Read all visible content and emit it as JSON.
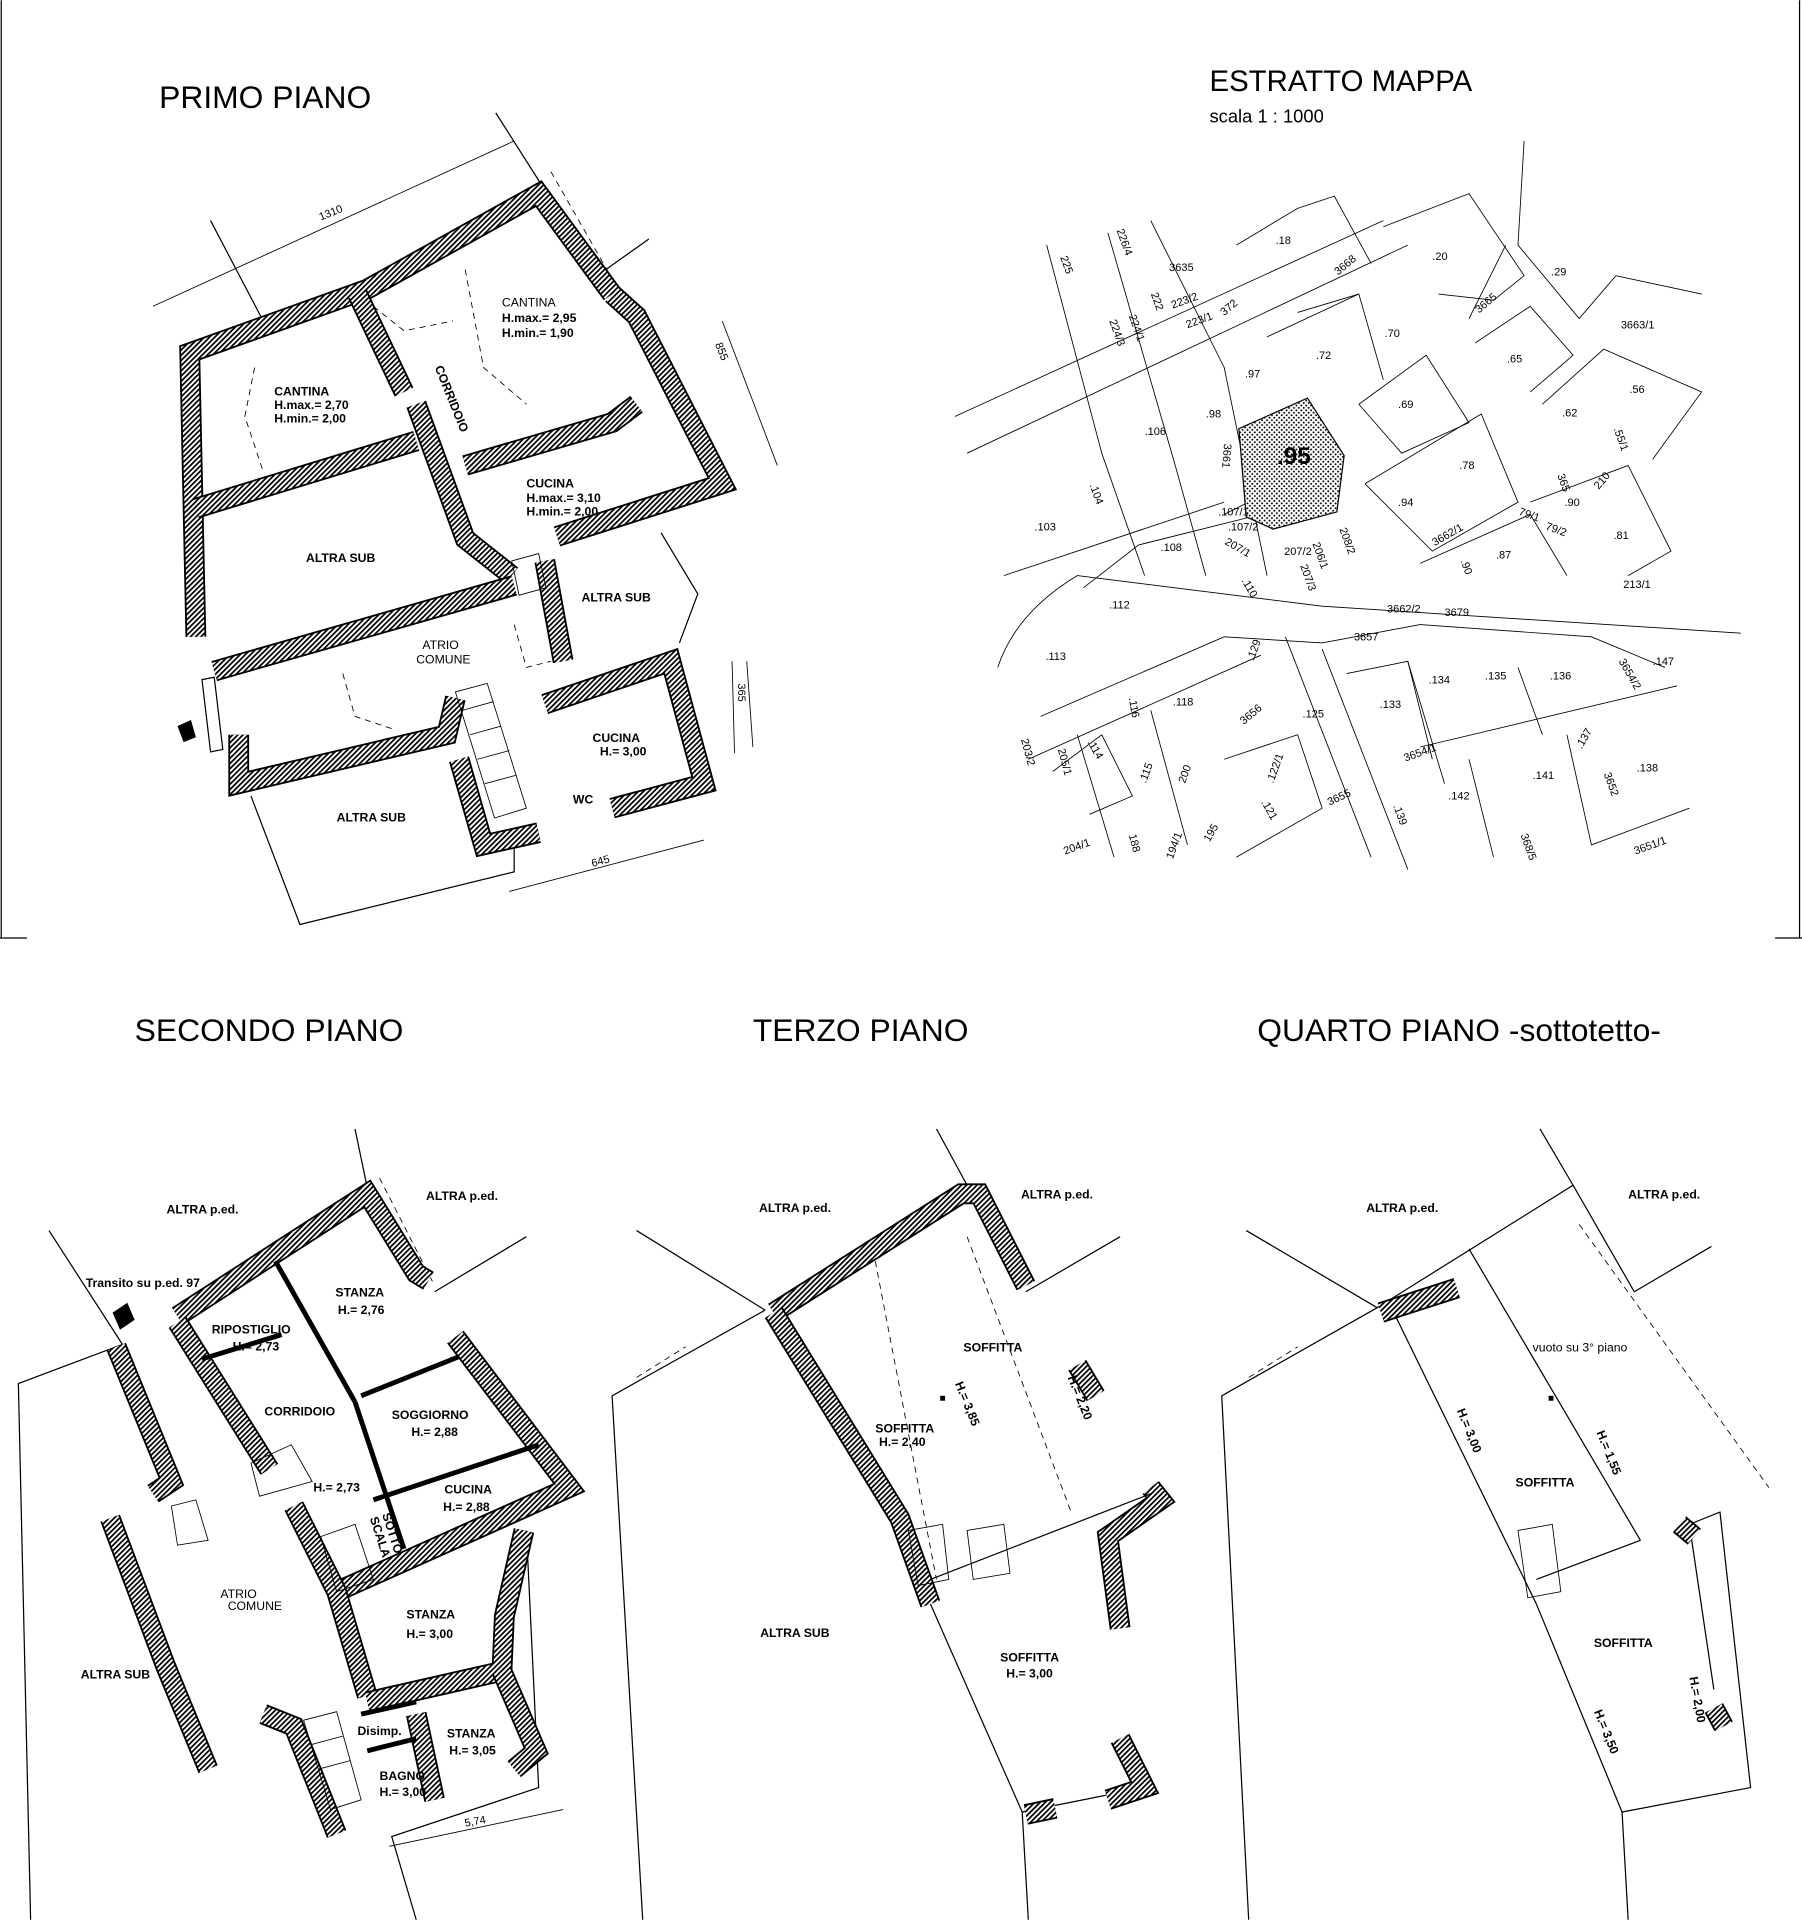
{
  "primo": {
    "title": "PRIMO PIANO",
    "labels": [
      "CANTINA",
      "H.max.= 2,95",
      "H.min.= 1,90",
      "CORRIDOIO",
      "CANTINA",
      "H.max.= 2,70",
      "H.min.= 2,00",
      "CUCINA",
      "H.max.= 3,10",
      "H.min.= 2,00",
      "ALTRA SUB",
      "ALTRA SUB",
      "ATRIO",
      "COMUNE",
      "CUCINA",
      "H.= 3,00",
      "WC",
      "ALTRA SUB"
    ],
    "dims": [
      "1310",
      "855",
      "365",
      "645"
    ]
  },
  "mappa": {
    "title": "ESTRATTO MAPPA",
    "scale": "scala 1 : 1000",
    "highlight": ".95",
    "parcels": [
      ".18",
      ".20",
      ".29",
      "3635",
      "226/4",
      "225",
      "223/2",
      "224/1",
      "224/3",
      "223/1",
      "222",
      "372",
      "3668",
      "3665",
      "3663/1",
      ".70",
      ".72",
      ".97",
      ".65",
      ".56",
      ".69",
      ".98",
      ".106",
      ".62",
      ".55/1",
      "3661",
      ".78",
      ".94",
      "365",
      "210",
      ".104",
      "79/1",
      "79/2",
      ".90",
      ".81",
      ".103",
      ".107/1",
      ".107/2",
      ".108",
      "207/1",
      "207/2",
      "206/1",
      "208/2",
      "3662/1",
      ".87",
      ".90",
      ".110",
      "207/3",
      ".112",
      "3662/2",
      "3679",
      "213/1",
      "3657",
      ".113",
      ".129",
      ".133",
      ".134",
      ".135",
      ".136",
      "3654/2",
      ".147",
      ".116",
      ".118",
      "3656",
      ".125",
      "3654/1",
      ".137",
      ".138",
      ".114",
      "203/2",
      "205/1",
      ".115",
      "200",
      ".122/1",
      ".141",
      "3652",
      ".142",
      ".121",
      "3655",
      ".139",
      "195",
      "188",
      "194/1",
      "204/1",
      "368/5",
      "3651/1"
    ]
  },
  "secondo": {
    "title": "SECONDO PIANO",
    "labels": [
      "ALTRA p.ed.",
      "ALTRA p.ed.",
      "Transito su p.ed. 97",
      "STANZA",
      "H.= 2,76",
      "RIPOSTIGLIO",
      "H.= 2,73",
      "CORRIDOIO",
      "SOGGIORNO",
      "H.= 2,88",
      "H.= 2,73",
      "CUCINA",
      "H.= 2,88",
      "SOTTO",
      "SCALA",
      "ATRIO",
      "COMUNE",
      "STANZA",
      "H.= 3,00",
      "ALTRA SUB",
      "Disimp.",
      "STANZA",
      "H.= 3,05",
      "BAGNO",
      "H.= 3,00"
    ],
    "dims": [
      "5,74"
    ]
  },
  "terzo": {
    "title": "TERZO PIANO",
    "labels": [
      "ALTRA p.ed.",
      "ALTRA p.ed.",
      "SOFFITTA",
      "H.= 3,85",
      "H.= 2,20",
      "SOFFITTA",
      "H.= 2,40",
      "ALTRA SUB",
      "SOFFITTA",
      "H.= 3,00"
    ]
  },
  "quarto": {
    "title": "QUARTO PIANO -sottotetto-",
    "labels": [
      "ALTRA p.ed.",
      "ALTRA p.ed.",
      "vuoto su 3° piano",
      "H.= 3,00",
      "H.= 1,55",
      "SOFFITTA",
      "SOFFITTA",
      "H.= 3,50",
      "H.= 2,00"
    ]
  }
}
